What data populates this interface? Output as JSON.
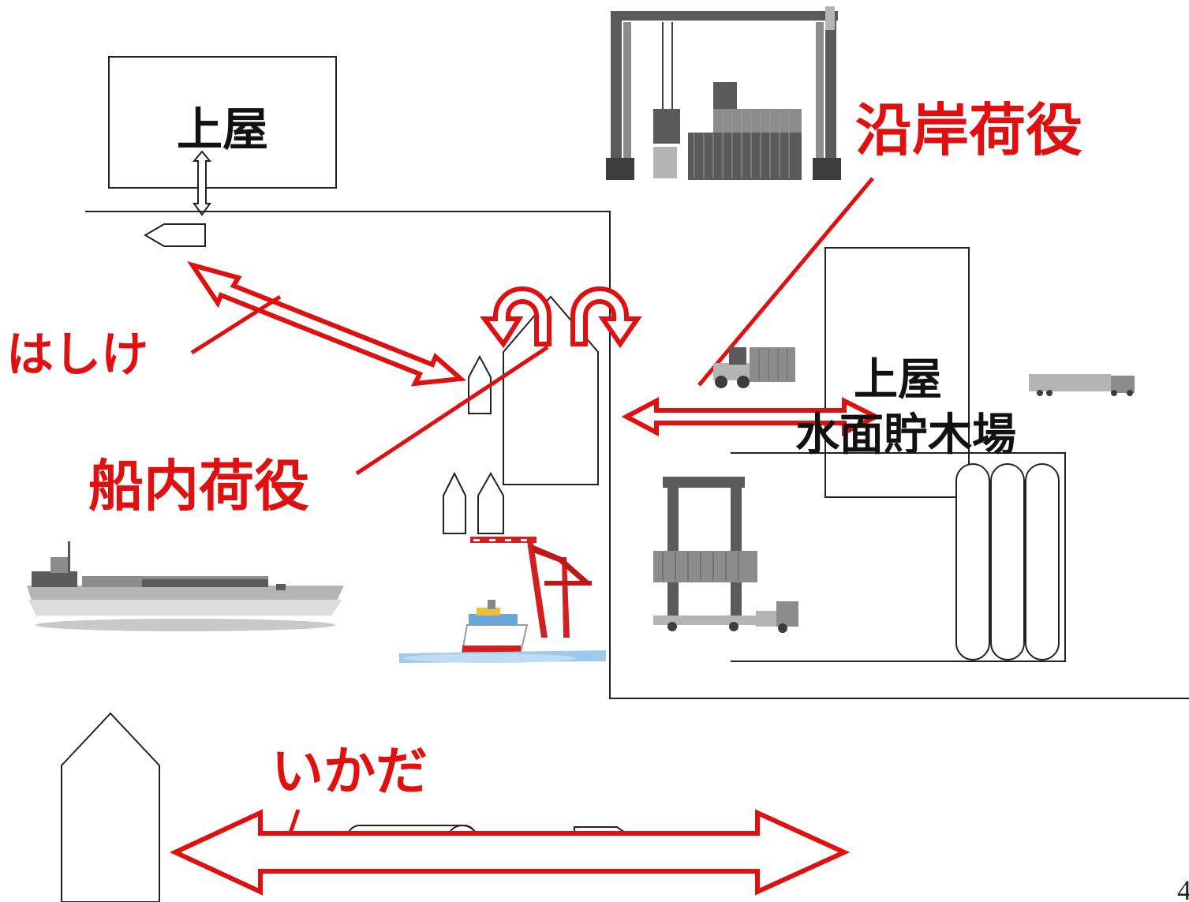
{
  "labels": {
    "warehouse_top": "上屋",
    "warehouse_right": "上屋",
    "coastal_handling": "沿岸荷役",
    "lighter": "はしけ",
    "onboard_handling": "船内荷役",
    "raft": "いかだ",
    "timber_pond": "水面貯木場"
  },
  "page_number": "4",
  "colors": {
    "accent_red": "#e01010",
    "line_black": "#222222"
  }
}
